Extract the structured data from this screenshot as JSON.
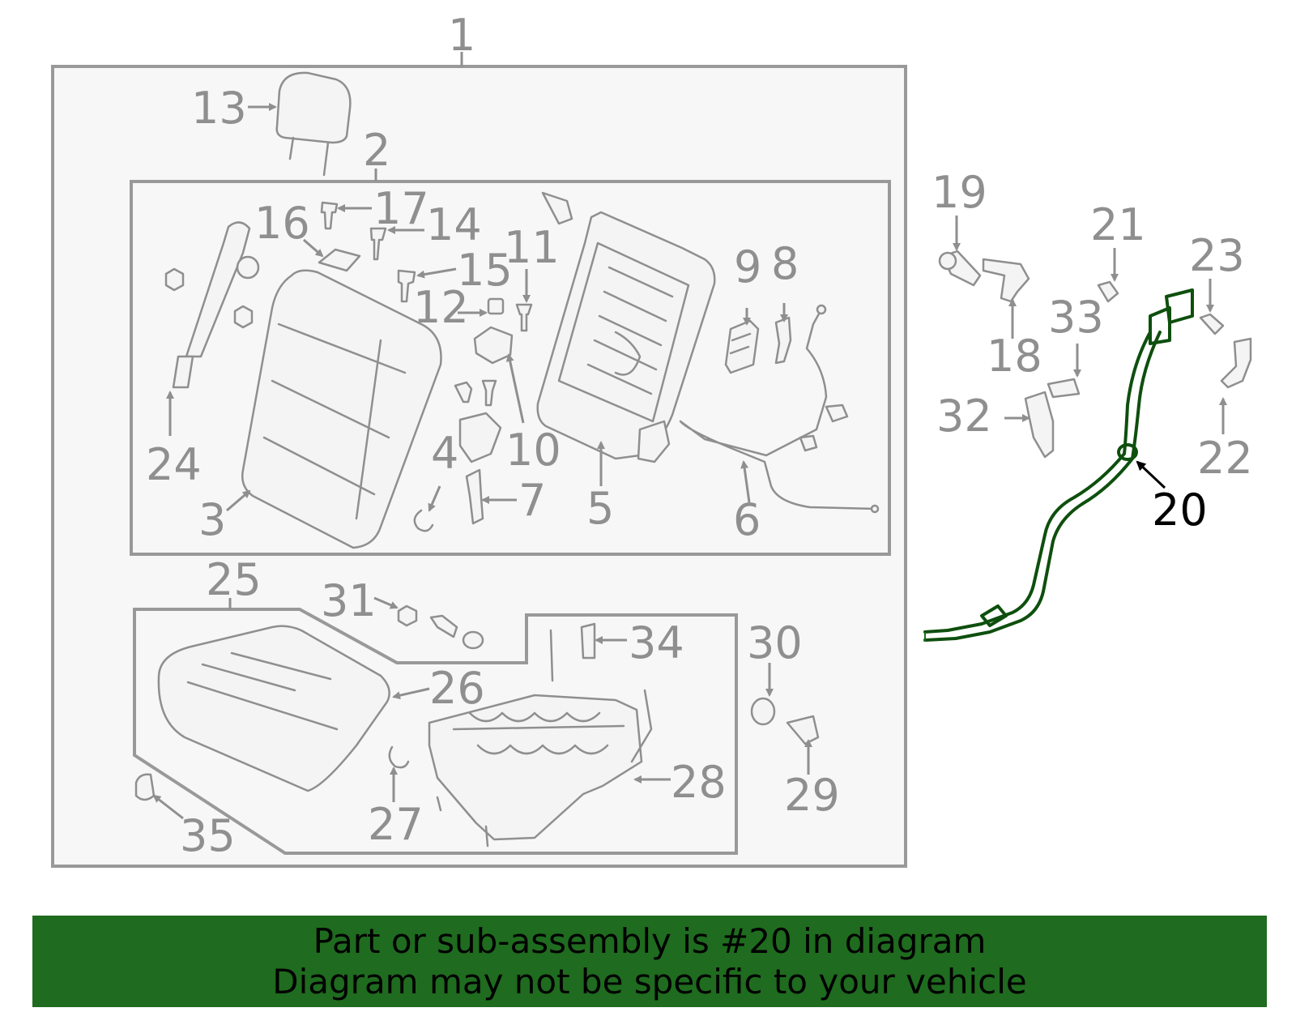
{
  "callouts": {
    "c1": "1",
    "c2": "2",
    "c3": "3",
    "c4": "4",
    "c5": "5",
    "c6": "6",
    "c7": "7",
    "c8": "8",
    "c9": "9",
    "c10": "10",
    "c11": "11",
    "c12": "12",
    "c13": "13",
    "c14": "14",
    "c15": "15",
    "c16": "16",
    "c17": "17",
    "c18": "18",
    "c19": "19",
    "c20": "20",
    "c21": "21",
    "c22": "22",
    "c23": "23",
    "c24": "24",
    "c25": "25",
    "c26": "26",
    "c27": "27",
    "c28": "28",
    "c29": "29",
    "c30": "30",
    "c31": "31",
    "c32": "32",
    "c33": "33",
    "c34": "34",
    "c35": "35"
  },
  "highlighted_callout": "20",
  "colors": {
    "banner_background": "#1f6b1f",
    "highlighted_part": "#0e4f0e",
    "callout_gray": "#8f8f8f",
    "frame_gray": "#999999"
  },
  "banner": {
    "line1": "Part or sub-assembly is #20 in diagram",
    "line2": "Diagram may not be specific to your vehicle"
  }
}
